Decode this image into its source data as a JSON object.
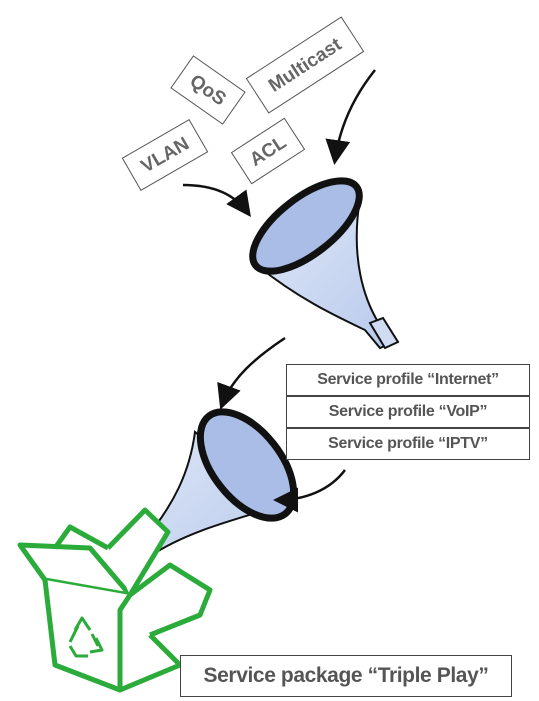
{
  "attributes": {
    "vlan": "VLAN",
    "qos": "QoS",
    "acl": "ACL",
    "multicast": "Multicast"
  },
  "profiles": [
    "Service profile “Internet”",
    "Service profile “VoIP”",
    "Service profile “IPTV”"
  ],
  "package": "Service package “Triple Play”",
  "colors": {
    "box_green": "#2bab3a",
    "funnel_fill": "#a9bde6",
    "funnel_outline": "#111111",
    "tag_text": "#666666"
  },
  "icons": [
    "funnel-icon",
    "funnel-icon",
    "recycle-box-icon",
    "arrow-icon"
  ]
}
